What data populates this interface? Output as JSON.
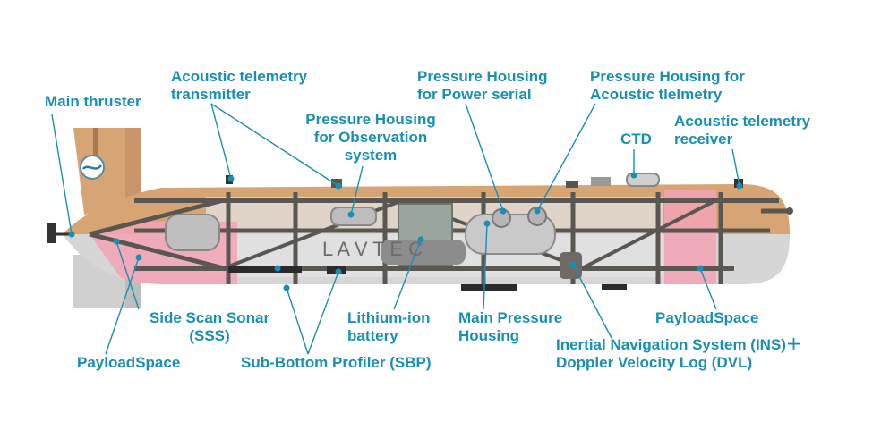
{
  "labels": {
    "main_thruster": "Main thruster",
    "acoustic_tx": "Acoustic telemetry\ntransmitter",
    "ph_observation": "Pressure Housing\nfor Observation\nsystem",
    "ph_power": "Pressure Housing\nfor Power serial",
    "ph_acoustic": "Pressure Housing for\nAcoustic tlelmetry",
    "ctd": "CTD",
    "acoustic_rx": "Acoustic telemetry\nreceiver",
    "sss": "Side Scan Sonar\n(SSS)",
    "payload_left": "PayloadSpace",
    "sbp": "Sub-Bottom Profiler (SBP)",
    "battery": "Lithium-ion\nbattery",
    "main_ph": "Main Pressure\nHousing",
    "ins_dvl": "Inertial Navigation System (INS)＋\nDoppler Velocity Log (DVL)",
    "payload_right": "PayloadSpace"
  },
  "hull_marking": "L A V T E C",
  "colors": {
    "label": "#1a8fb4",
    "leader_line": "#1a8fb4",
    "hull_upper": "#d7a574",
    "hull_lower": "#d6d6d6",
    "payload": "#f3a3b5",
    "frame": "#5a5652",
    "dot": "#1a8fb4"
  }
}
